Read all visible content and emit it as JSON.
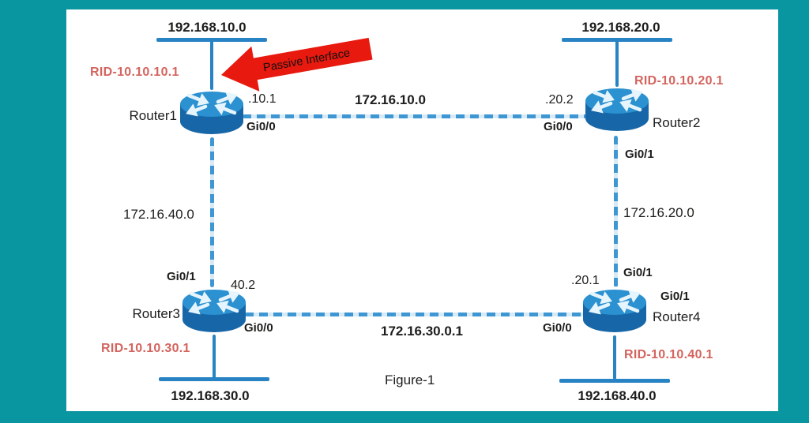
{
  "caption": "Figure-1",
  "annotation": {
    "label": "Passive Interface"
  },
  "networks": {
    "n10": "192.168.10.0",
    "n20": "192.168.20.0",
    "n30": "192.168.30.0",
    "n40": "192.168.40.0"
  },
  "routers": {
    "r1": {
      "name": "Router1",
      "rid": "RID-10.10.10.1"
    },
    "r2": {
      "name": "Router2",
      "rid": "RID-10.10.20.1"
    },
    "r3": {
      "name": "Router3",
      "rid": "RID-10.10.30.1"
    },
    "r4": {
      "name": "Router4",
      "rid": "RID-10.10.40.1"
    }
  },
  "links": {
    "r1r2": {
      "subnet": "172.16.10.0",
      "r1_addr": ".10.1",
      "r1_iface": "Gi0/0",
      "r2_addr": ".20.2",
      "r2_iface": "Gi0/0"
    },
    "r2r4": {
      "subnet": "172.16.20.0",
      "r2_iface": "Gi0/1",
      "r4_addr": ".20.1",
      "r4_iface": "Gi0/1",
      "r4_iface_alt": "Gi0/1"
    },
    "r3r4": {
      "subnet": "172.16.30.0.1",
      "r3_iface": "Gi0/0",
      "r4_iface": "Gi0/0"
    },
    "r1r3": {
      "subnet": "172.16.40.0",
      "r3_iface": "Gi0/1",
      "r3_addr": "40.2"
    }
  },
  "colors": {
    "frame": "#0a96a0",
    "canvas": "#ffffff",
    "link": "#2883c4",
    "dash": "#3e97d3",
    "dashGap": "#d8eaf6",
    "rid": "#d4645e",
    "arrow": "#e8190e",
    "routerTop": "#2b91d0",
    "routerSide": "#1767a8",
    "routerGlyph": "#e6f5fd",
    "text": "#1d1d1b"
  }
}
